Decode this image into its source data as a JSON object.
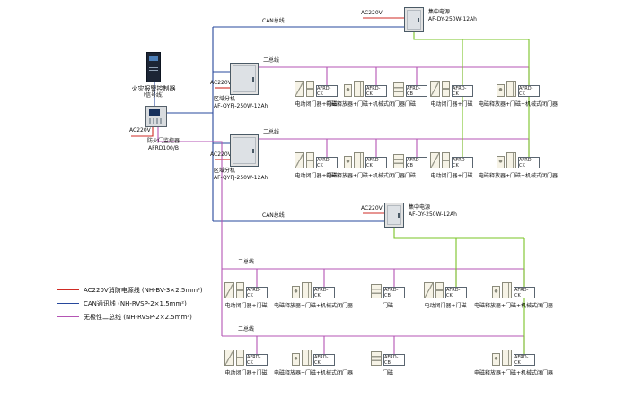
{
  "colors": {
    "power_line": "#cf2b24",
    "can_line": "#27489c",
    "two_bus_line": "#b455b4",
    "supply_line": "#7ac426",
    "cabinet_fill": "#e2e2e2",
    "cabinet_border": "#4a5a66"
  },
  "controller": {
    "name": "火灾报警控制器",
    "sub": "（信号线）"
  },
  "monitor": {
    "power": "AC220V",
    "name": "防火门监控器",
    "model": "AFRD100/B"
  },
  "can_bus": {
    "label_top": "CAN总线",
    "label_bottom": "CAN总线"
  },
  "supplies": [
    {
      "power": "AC220V",
      "name": "集中电源",
      "model": "AF-DY-250W-12Ah"
    },
    {
      "power": "AC220V",
      "name": "集中电源",
      "model": "AF-DY-250W-12Ah"
    }
  ],
  "units": [
    {
      "power": "AC220V",
      "name": "区域分机",
      "model": "AF-QYFJ-250W-12Ah"
    },
    {
      "power": "AC220V",
      "name": "区域分机",
      "model": "AF-QYFJ-250W-12Ah"
    }
  ],
  "bus_rows": [
    {
      "label": "二总线",
      "groups": [
        {
          "module": "AFRD-CK",
          "desc": "电动闭门器+门磁"
        },
        {
          "module": "AFRD-CK",
          "desc": "电磁释放器+门磁+机械式闭门器"
        },
        {
          "module": "AFRD-CB",
          "desc": "门磁"
        },
        {
          "module": "AFRD-CK",
          "desc": "电动闭门器+门磁"
        },
        {
          "module": "AFRD-CK",
          "desc": "电磁释放器+门磁+机械式闭门器"
        }
      ]
    },
    {
      "label": "二总线",
      "groups": [
        {
          "module": "AFRD-CK",
          "desc": "电动闭门器+门磁"
        },
        {
          "module": "AFRD-CK",
          "desc": "电磁释放器+门磁+机械式闭门器"
        },
        {
          "module": "AFRD-CB",
          "desc": "门磁"
        },
        {
          "module": "AFRD-CK",
          "desc": "电动闭门器+门磁"
        },
        {
          "module": "AFRD-CK",
          "desc": "电磁释放器+门磁+机械式闭门器"
        }
      ]
    },
    {
      "label": "二总线",
      "groups": [
        {
          "module": "AFRD-CK",
          "desc": "电动闭门器+门磁"
        },
        {
          "module": "AFRD-CK",
          "desc": "电磁释放器+门磁+机械式闭门器"
        },
        {
          "module": "AFRD-CB",
          "desc": "门磁"
        },
        {
          "module": "AFRD-CK",
          "desc": "电动闭门器+门磁"
        },
        {
          "module": "AFRD-CK",
          "desc": "电磁释放器+门磁+机械式闭门器"
        }
      ]
    },
    {
      "label": "二总线",
      "groups": [
        {
          "module": "AFRD-CK",
          "desc": "电动闭门器+门磁"
        },
        {
          "module": "AFRD-CK",
          "desc": "电磁释放器+门磁+机械式闭门器"
        },
        {
          "module": "AFRD-CB",
          "desc": "门磁"
        },
        {
          "module": "AFRD-CK",
          "desc": "电磁释放器+门磁+机械式闭门器"
        }
      ]
    }
  ],
  "legend": {
    "items": [
      {
        "label": "AC220V消防电源线 (NH-BV-3×2.5mm²)"
      },
      {
        "label": "CAN通讯线 (NH-RVSP-2×1.5mm²)"
      },
      {
        "label": "无极性二总线 (NH-RVSP-2×2.5mm²)"
      }
    ]
  }
}
